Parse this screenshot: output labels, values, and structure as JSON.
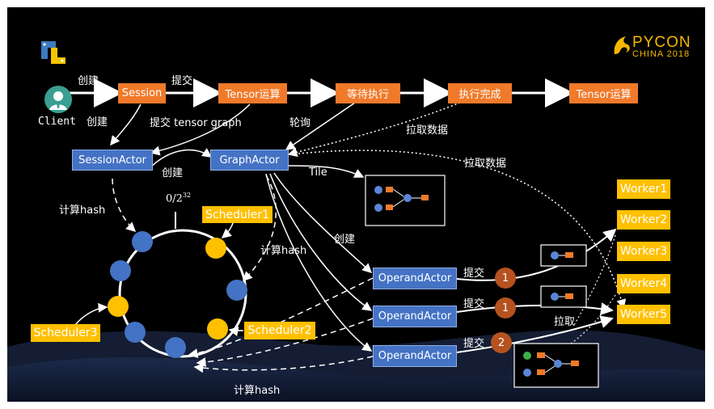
{
  "brand": {
    "line1": "PYCON",
    "line2": "CHINA 2018",
    "accent": "#f5b800"
  },
  "client": {
    "label": "Client"
  },
  "nodes": {
    "session": "Session",
    "tensor_op_1": "Tensor运算",
    "wait_exec": "等待执行",
    "exec_done": "执行完成",
    "tensor_op_2": "Tensor运算",
    "session_actor": "SessionActor",
    "graph_actor": "GraphActor",
    "operand_actors": [
      "OperandActor",
      "OperandActor",
      "OperandActor"
    ],
    "schedulers": [
      "Scheduler1",
      "Scheduler2",
      "Scheduler3"
    ],
    "workers": [
      "Worker1",
      "Worker2",
      "Worker3",
      "Worker4",
      "Worker5"
    ]
  },
  "labels": {
    "create_top": "创建",
    "submit_top": "提交",
    "create_mid": "创建",
    "submit_graph": "提交 tensor graph",
    "poll": "轮询",
    "pull_data_1": "拉取数据",
    "pull_data_2": "拉取数据",
    "create_actor": "创建",
    "tile": "Tile",
    "create_ops": "创建",
    "hash_left": "计算hash",
    "hash_mid": "计算hash",
    "hash_bottom": "计算hash",
    "ring_top": "0/2",
    "ring_top_exp": "32",
    "submit_1": "提交",
    "submit_2": "提交",
    "submit_3": "提交",
    "pull": "拉取"
  },
  "badges": [
    "1",
    "1",
    "2"
  ],
  "colors": {
    "orange": "#f07a2a",
    "blue": "#4472c4",
    "yellow": "#ffc000",
    "badge": "#b6521f",
    "ring_node_blue": "#4472c4",
    "ring_node_yellow": "#ffc000"
  }
}
